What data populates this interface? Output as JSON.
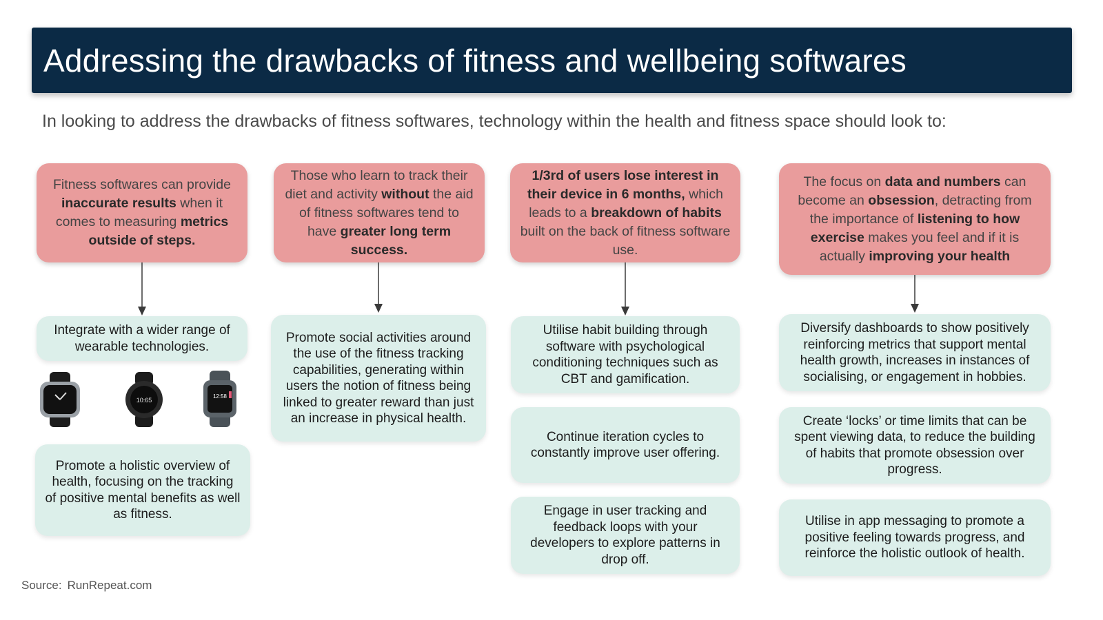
{
  "title": "Addressing the drawbacks of fitness and wellbeing  softwares",
  "intro": "In looking to address the drawbacks of fitness softwares, technology within the health and fitness space should look to:",
  "columns": [
    {
      "problem": [
        {
          "t": "Fitness softwares can provide ",
          "b": false
        },
        {
          "t": "inaccurate results",
          "b": true
        },
        {
          "t": " when it comes to measuring ",
          "b": false
        },
        {
          "t": "metrics outside of steps.",
          "b": true
        }
      ],
      "solutions": [
        "Integrate with a wider range of wearable technologies.",
        "Promote a holistic overview of health, focusing on the tracking of positive mental benefits as well as fitness."
      ]
    },
    {
      "problem": [
        {
          "t": "Those who learn to track their diet and activity ",
          "b": false
        },
        {
          "t": "without",
          "b": true
        },
        {
          "t": " the aid of fitness softwares tend to have ",
          "b": false
        },
        {
          "t": "greater long term success.",
          "b": true
        }
      ],
      "solutions": [
        "Promote social activities around the use of the fitness tracking capabilities, generating within users the notion of fitness being linked to greater reward than just an increase in physical health."
      ]
    },
    {
      "problem": [
        {
          "t": "1/3rd of users lose interest in their device in 6 months,",
          "b": true
        },
        {
          "t": " which leads to a ",
          "b": false
        },
        {
          "t": "breakdown of habits",
          "b": true
        },
        {
          "t": " built on the back of fitness software use.",
          "b": false
        }
      ],
      "solutions": [
        "Utilise habit building through software with psychological conditioning techniques such as CBT and gamification.",
        "Continue iteration cycles to constantly improve user offering.",
        "Engage in user tracking and feedback loops with your developers to explore patterns in drop off."
      ]
    },
    {
      "problem": [
        {
          "t": "The focus on ",
          "b": false
        },
        {
          "t": "data and numbers",
          "b": true
        },
        {
          "t": " can become an ",
          "b": false
        },
        {
          "t": "obsession",
          "b": true
        },
        {
          "t": ", detracting from the importance of ",
          "b": false
        },
        {
          "t": "listening to how exercise",
          "b": true
        },
        {
          "t": " makes you feel and if it is actually ",
          "b": false
        },
        {
          "t": "improving your health",
          "b": true
        }
      ],
      "solutions": [
        "Diversify dashboards to show positively reinforcing metrics that support mental health growth, increases in instances of socialising, or engagement in hobbies.",
        "Create ‘locks’ or time limits that can be spent viewing data, to reduce the building of habits that promote obsession over progress.",
        "Utilise in app messaging to promote a positive feeling towards progress, and reinforce the holistic outlook of health."
      ]
    }
  ],
  "watches": {
    "watch_1_screen": "",
    "watch_2_screen": "10:65",
    "watch_3_screen": "12:58"
  },
  "source": {
    "label": "Source:",
    "value": "RunRepeat.com"
  },
  "colors": {
    "title_bg": "#0b2a45",
    "problem_bg": "#e99c9c",
    "solution_bg": "#dcefea",
    "arrow": "#3a3a3a"
  }
}
